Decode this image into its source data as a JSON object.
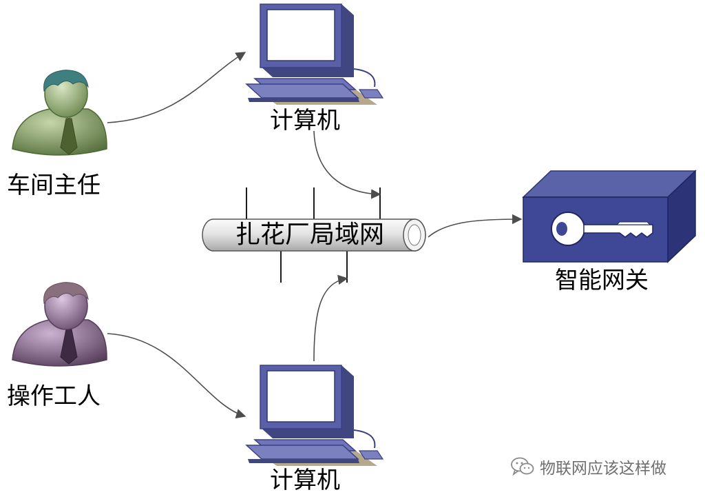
{
  "nodes": {
    "workshop_director": "车间主任",
    "operator": "操作工人",
    "computer_top": "计算机",
    "computer_bottom": "计算机",
    "lan": "扎花厂局域网",
    "gateway": "智能网关"
  },
  "watermark": {
    "text": "物联网应该这样做",
    "icon": "wechat-icon"
  },
  "colors": {
    "director_body": "#6f8a52",
    "director_hair": "#3f7f7f",
    "operator_body": "#6e5274",
    "operator_hair": "#8a6f7f",
    "computer": "#5960a7",
    "gateway": "#3f4896",
    "lan_pipe": "#d9d9d9",
    "arrow": "#4d4d4d"
  }
}
